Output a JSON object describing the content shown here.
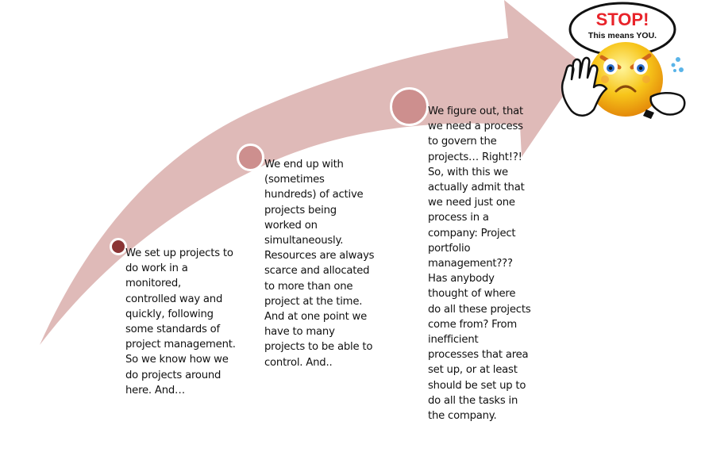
{
  "diagram": {
    "type": "curved-arrow-process",
    "arrow_color": "#dfbab8",
    "steps": [
      {
        "index": 1,
        "marker_color": "#8b3535",
        "text": "We set up projects to\ndo work in a\nmonitored,\ncontrolled way and\nquickly, following\nsome standards of\nproject management.\nSo we know how we\ndo projects around\nhere. And…"
      },
      {
        "index": 2,
        "marker_color": "#cd8f8e",
        "text": "We end up with\n(sometimes\nhundreds) of active\nprojects being\nworked on\nsimultaneously.\nResources are always\nscarce and allocated\nto more than one\nproject at the time.\nAnd at one point we\nhave to many\nprojects to be able to\ncontrol. And.."
      },
      {
        "index": 3,
        "marker_color": "#cd8f8e",
        "text": "We figure out, that\nwe need a process\nto govern the\nprojects… Right!?!\nSo, with this we\nactually admit that\nwe need just one\nprocess in a\ncompany: Project\nportfolio\nmanagement???\nHas anybody\nthought of where\ndo all these projects\ncome from? From\ninefficient\nprocesses that area\nset up, or at least\nshould be set up to\ndo all the tasks in\nthe company."
      }
    ],
    "stop_sign": {
      "title": "STOP!",
      "subtitle": "This means YOU.",
      "title_color": "#e8232a",
      "face_color": "#f7c51a"
    }
  }
}
